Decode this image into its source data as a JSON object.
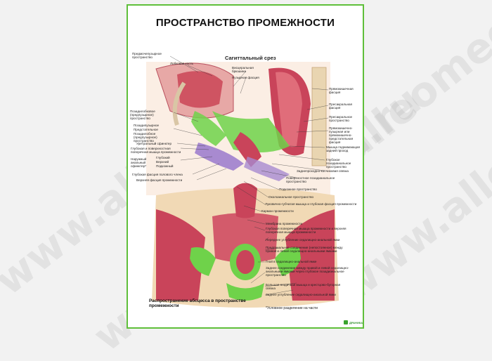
{
  "poster": {
    "title": "ПРОСТРАНСТВО ПРОМЕЖНОСТИ",
    "subtitle": "Сагиттальный срез",
    "caption": "Распространение абсцесса в пространстве промежности",
    "footnote": "*Условное разделение на части",
    "logo_text": "ДРАНИКА",
    "colors": {
      "frame": "#5fbf3a",
      "muscle": "#c9445a",
      "fascia_green": "#6fd24a",
      "fat": "#f1d9b5",
      "purple": "#a88ad0",
      "bone": "#d9c6a5"
    }
  },
  "labels_left": [
    "Предмочепузырное пространство",
    "Лобковая кость",
    "Позадилобковое (предпузырное) пространство",
    "Позадипузырное",
    "Предстательное",
    "Позадилобное (предпузырное) пространство",
    "Уретральный сфинктер",
    "Глубокая и поверхностная поперечная мышца промежности",
    "Наружный анальный сфинктер*",
    "Глубокий",
    "Верхний",
    "Подкожный",
    "Глубокая фасция полового члена",
    "Верхняя фасция промежности"
  ],
  "labels_top": [
    "Предмочепузырное пространство",
    "Висцеральная брюшина",
    "Пузырная фасция"
  ],
  "labels_right": [
    "Прямокишечная фасция",
    "Пресакральная фасция",
    "Пресакральное пространство",
    "Прямокишечно-пузырная или прямокишечно-предстательная фасция",
    "Мышца поднимающая задний проход",
    "Глубокое позадианальное пространство",
    "Заднепроходно-копчиковая связка",
    "Поверхностное позадианальное пространство",
    "Подкожное пространство",
    "Околоанальное пространство",
    "Луковично-губчатая мышца и глубокая фасция промежности",
    "Карман промежности",
    "Мембрана промежности",
    "Глубокая поперечная мышца промежности и верхняя поперечная мышца промежности",
    "Переднее углубление седалищно-анальной ямки",
    "Предпанальное соединение (непостоянное) между правой и левой седалищно-анальными ямками",
    "Гной в седалищно-анальной ямке",
    "Заднее соединение между правой и левой седалищно-анальными ямками через глубокое позадианальное пространство",
    "Большая ягодичная мышца и крестцово-бугорная связка",
    "Заднее углубление седалищно-анальной ямки"
  ],
  "watermarks": [
    "www.alleomed.ru",
    "www.alleomed.ru",
    "www.alleomed.ru",
    "www.alleomed.ru"
  ]
}
